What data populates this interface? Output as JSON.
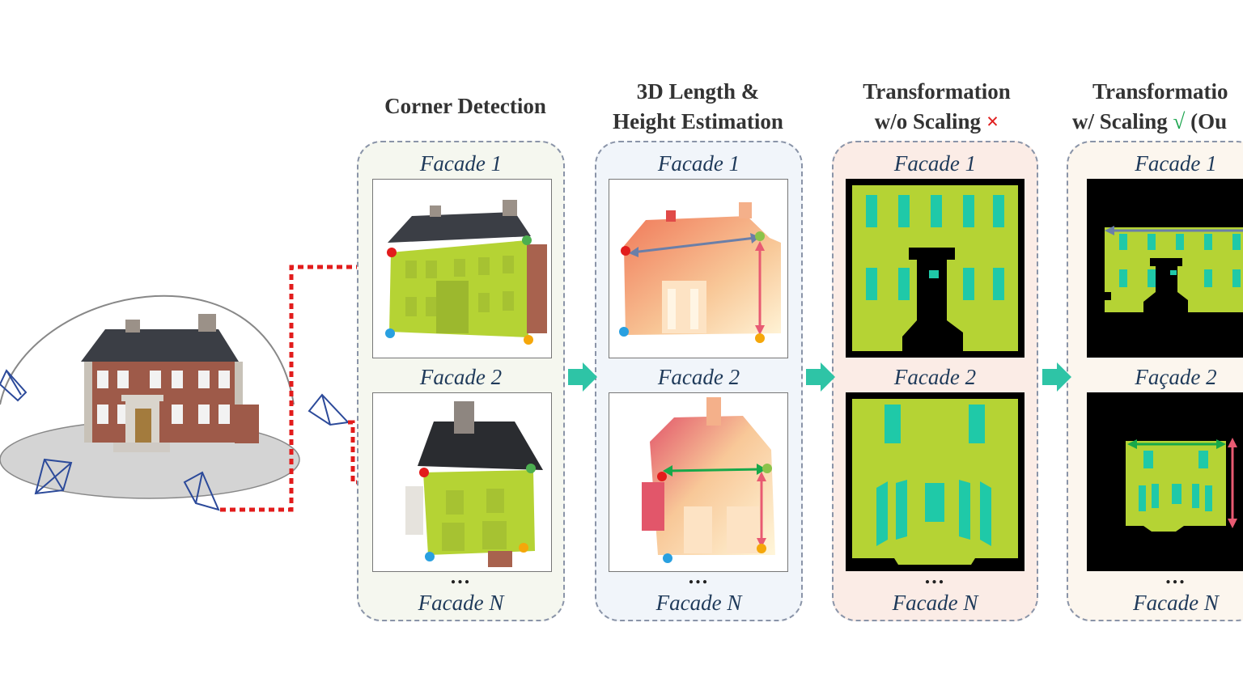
{
  "stages": [
    {
      "title_lines": [
        "Corner Detection"
      ]
    },
    {
      "title_lines": [
        "3D Length &",
        "Height Estimation"
      ]
    },
    {
      "title_lines": [
        "Transformation",
        "w/o Scaling"
      ],
      "mark": "×"
    },
    {
      "title_lines": [
        "Transformatio",
        "w/ Scaling",
        "(Ou"
      ],
      "mark": "√"
    }
  ],
  "facade_labels": {
    "corner": [
      "Facade 1",
      "Facade 2",
      "Facade N"
    ],
    "estimation": [
      "Facade 1",
      "Facade 2",
      "Facade N"
    ],
    "no_scaling": [
      "Facade 1",
      "Facade 2",
      "Facade N"
    ],
    "scaling": [
      "Facade 1",
      "Façade 2",
      "Facade N"
    ]
  },
  "ellipsis": "...",
  "colors": {
    "facade_green": "#b5d334",
    "window_teal": "#1fc9a8",
    "panel_border": "#8a94a8",
    "red_dashed": "#e21c1c",
    "teal_arrow": "#2ec4a6",
    "corner_red": "#e21c1c",
    "corner_green": "#4caf50",
    "corner_blue": "#29a0e0",
    "corner_orange": "#f5a70a",
    "length_arrow_blue": "#6b7fa8",
    "length_arrow_green": "#18a84a",
    "height_arrow_pink": "#e85a72",
    "panel1_bg": "#f5f7ef",
    "panel2_bg": "#f1f5fa",
    "panel3_bg": "#fbece6",
    "panel4_bg": "#fcf6ee"
  },
  "icons": [
    "camera-icon",
    "house-illustration",
    "depth-map",
    "segmentation-mask",
    "arrow-right-icon"
  ]
}
